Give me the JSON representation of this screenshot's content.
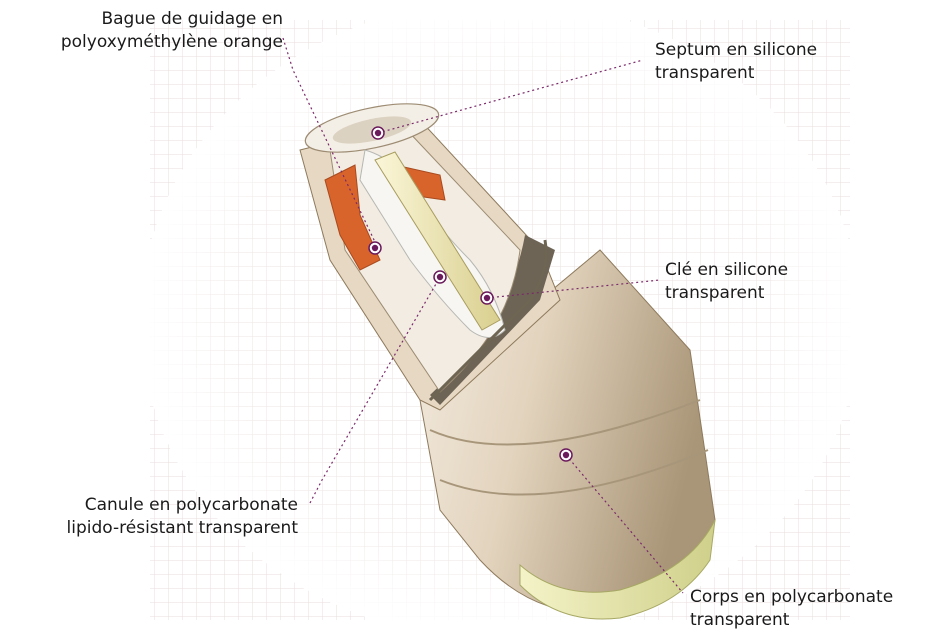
{
  "diagram": {
    "labels": [
      {
        "id": "bague",
        "lines": [
          "Bague de guidage en",
          "polyoxyméthylène orange"
        ]
      },
      {
        "id": "septum",
        "lines": [
          "Septum en silicone",
          "transparent"
        ]
      },
      {
        "id": "cle",
        "lines": [
          "Clé en  silicone",
          "transparent"
        ]
      },
      {
        "id": "canule",
        "lines": [
          "Canule en  polycarbonate",
          "lipido-résistant transparent"
        ]
      },
      {
        "id": "corps",
        "lines": [
          "Corps en polycarbonate",
          "transparent"
        ]
      }
    ],
    "colors": {
      "marker": "#6b1a5c",
      "leader": "#7a2a6a",
      "body": "#e4d6c2",
      "body_shadow": "#b8a68e",
      "orange_ring": "#d8642c",
      "cannula": "#efe7b0",
      "tip": "#e6e7a6",
      "grid": "#e7dcdc"
    }
  }
}
